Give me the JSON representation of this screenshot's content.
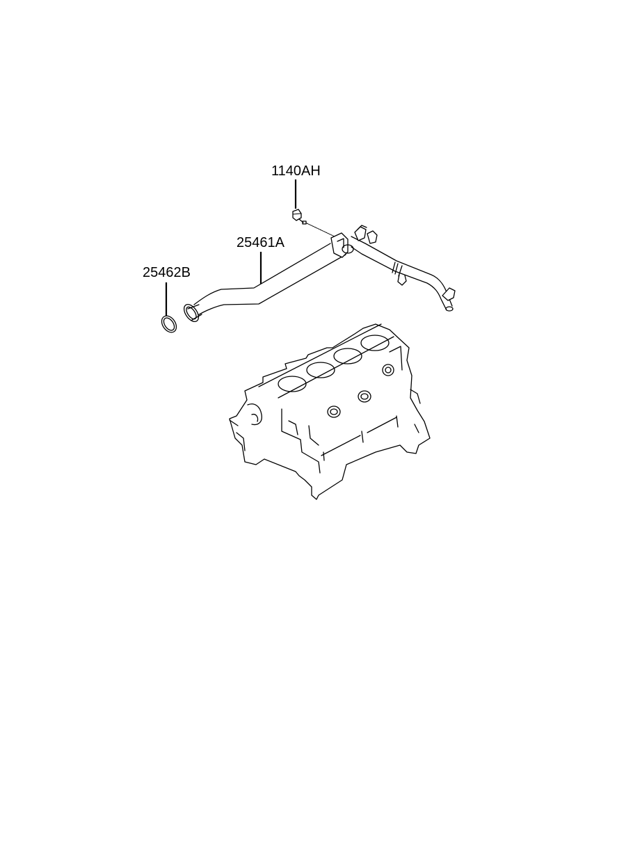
{
  "parts": [
    {
      "id": "bolt",
      "label": "1140AH"
    },
    {
      "id": "pipe",
      "label": "25461A"
    },
    {
      "id": "oring",
      "label": "25462B"
    }
  ]
}
